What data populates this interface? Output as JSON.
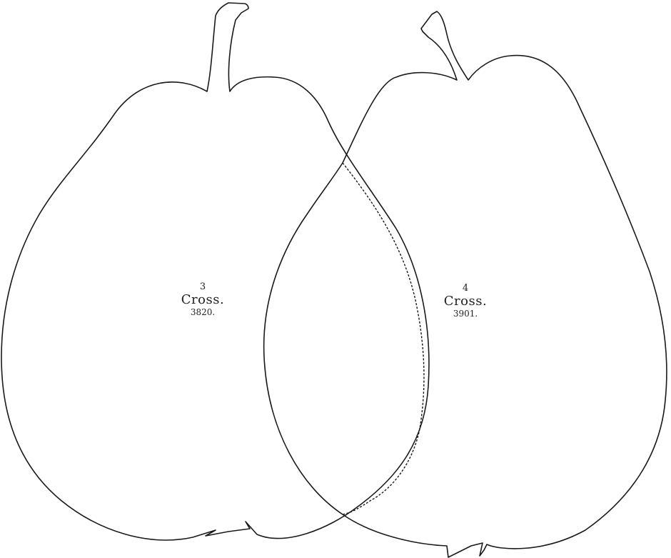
{
  "figures": [
    {
      "number": "3",
      "name": "Cross.",
      "code": "3820."
    },
    {
      "number": "4",
      "name": "Cross.",
      "code": "3901."
    }
  ],
  "colors": {
    "line": "#1a1a1a",
    "background": "#ffffff"
  }
}
